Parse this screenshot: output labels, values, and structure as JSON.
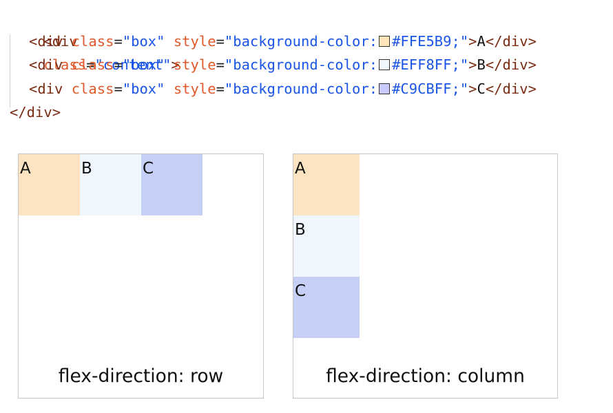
{
  "code": {
    "outer_open": {
      "tag_open": "<div",
      "attr": "class",
      "eq": "=",
      "value": "\"content\"",
      "close": ">"
    },
    "children": [
      {
        "tag_open": "<div",
        "attr1": "class",
        "eq1": "=",
        "value1": "\"box\"",
        "attr2": "style",
        "eq2": "=",
        "style_prefix": "\"background-color:",
        "color_hex": "#FFE5B9;\"",
        "close": ">",
        "label": "A",
        "end_tag": "</div>",
        "swatch_color": "#FFE5B9"
      },
      {
        "tag_open": "<div",
        "attr1": "class",
        "eq1": "=",
        "value1": "\"box\"",
        "attr2": "style",
        "eq2": "=",
        "style_prefix": "\"background-color:",
        "color_hex": "#EFF8FF;\"",
        "close": ">",
        "label": "B",
        "end_tag": "</div>",
        "swatch_color": "#EFF8FF"
      },
      {
        "tag_open": "<div",
        "attr1": "class",
        "eq1": "=",
        "value1": "\"box\"",
        "attr2": "style",
        "eq2": "=",
        "style_prefix": "\"background-color:",
        "color_hex": "#C9CBFF;\"",
        "close": ">",
        "label": "C",
        "end_tag": "</div>",
        "swatch_color": "#C9CBFF"
      }
    ],
    "outer_close": "</div>"
  },
  "demos": {
    "row": {
      "caption": "flex-direction: row",
      "boxes": [
        {
          "label": "A",
          "color": "#FCE3C1"
        },
        {
          "label": "B",
          "color": "#EFF6FE"
        },
        {
          "label": "C",
          "color": "#C6D0F7"
        }
      ]
    },
    "column": {
      "caption": "flex-direction: column",
      "boxes": [
        {
          "label": "A",
          "color": "#FCE3C1"
        },
        {
          "label": "B",
          "color": "#EFF6FE"
        },
        {
          "label": "C",
          "color": "#C6D0F7"
        }
      ]
    }
  }
}
